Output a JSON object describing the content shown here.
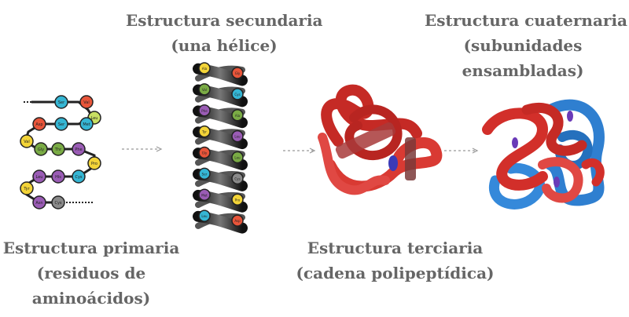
{
  "labels": {
    "secondary": [
      "Estructura secundaria",
      "(una hélice)"
    ],
    "quaternary": [
      "Estructura cuaternaria",
      "(subunidades",
      "ensambladas)"
    ],
    "primary": [
      "Estructura primaria",
      "(residuos de",
      "aminoácidos)"
    ],
    "tertiary": [
      "Estructura terciaria",
      "(cadena polipeptídica)"
    ]
  },
  "primary_residues": [
    {
      "name": "Ser",
      "color": "#35b6d4"
    },
    {
      "name": "Val",
      "color": "#e8553a"
    },
    {
      "name": "Leu",
      "color": "#c9df63"
    },
    {
      "name": "Met",
      "color": "#35b6d4"
    },
    {
      "name": "Ser",
      "color": "#35b6d4"
    },
    {
      "name": "Asp",
      "color": "#e8553a"
    },
    {
      "name": "Val",
      "color": "#f3d438"
    },
    {
      "name": "Phe",
      "color": "#9a5cb5"
    },
    {
      "name": "Gly",
      "color": "#7aab45"
    },
    {
      "name": "Thr",
      "color": "#7aab45"
    },
    {
      "name": "Pro",
      "color": "#f3d438"
    },
    {
      "name": "Cys",
      "color": "#35b6d4"
    },
    {
      "name": "His",
      "color": "#9a5cb5"
    },
    {
      "name": "Leu",
      "color": "#9a5cb5"
    },
    {
      "name": "Tyr",
      "color": "#f3d438"
    },
    {
      "name": "Asn",
      "color": "#9a5cb5"
    },
    {
      "name": "Cys",
      "color": "#8a8a8a"
    }
  ],
  "helix_residues": [
    {
      "name": "Ala",
      "color": "#f3d438"
    },
    {
      "name": "Gly",
      "color": "#e8553a"
    },
    {
      "name": "Val",
      "color": "#7aab45"
    },
    {
      "name": "Cys",
      "color": "#35b6d4"
    },
    {
      "name": "Phe",
      "color": "#9a5cb5"
    },
    {
      "name": "Ala",
      "color": "#7aab45"
    },
    {
      "name": "Tyr",
      "color": "#f3d438"
    },
    {
      "name": "Leu",
      "color": "#9a5cb5"
    },
    {
      "name": "Gly",
      "color": "#e8553a"
    },
    {
      "name": "Leu",
      "color": "#7aab45"
    },
    {
      "name": "Ser",
      "color": "#35b6d4"
    },
    {
      "name": "Cys",
      "color": "#8a8a8a"
    },
    {
      "name": "Met",
      "color": "#9a5cb5"
    },
    {
      "name": "Pro",
      "color": "#f3d438"
    },
    {
      "name": "Leu",
      "color": "#35b6d4"
    },
    {
      "name": "Asp",
      "color": "#e8553a"
    }
  ],
  "colors": {
    "red_protein": "#d22f2a",
    "blue_protein": "#2f7fd0",
    "arrow": "#999999",
    "label_text": "#666666",
    "ribbon_dark": "#1a1a1a"
  }
}
